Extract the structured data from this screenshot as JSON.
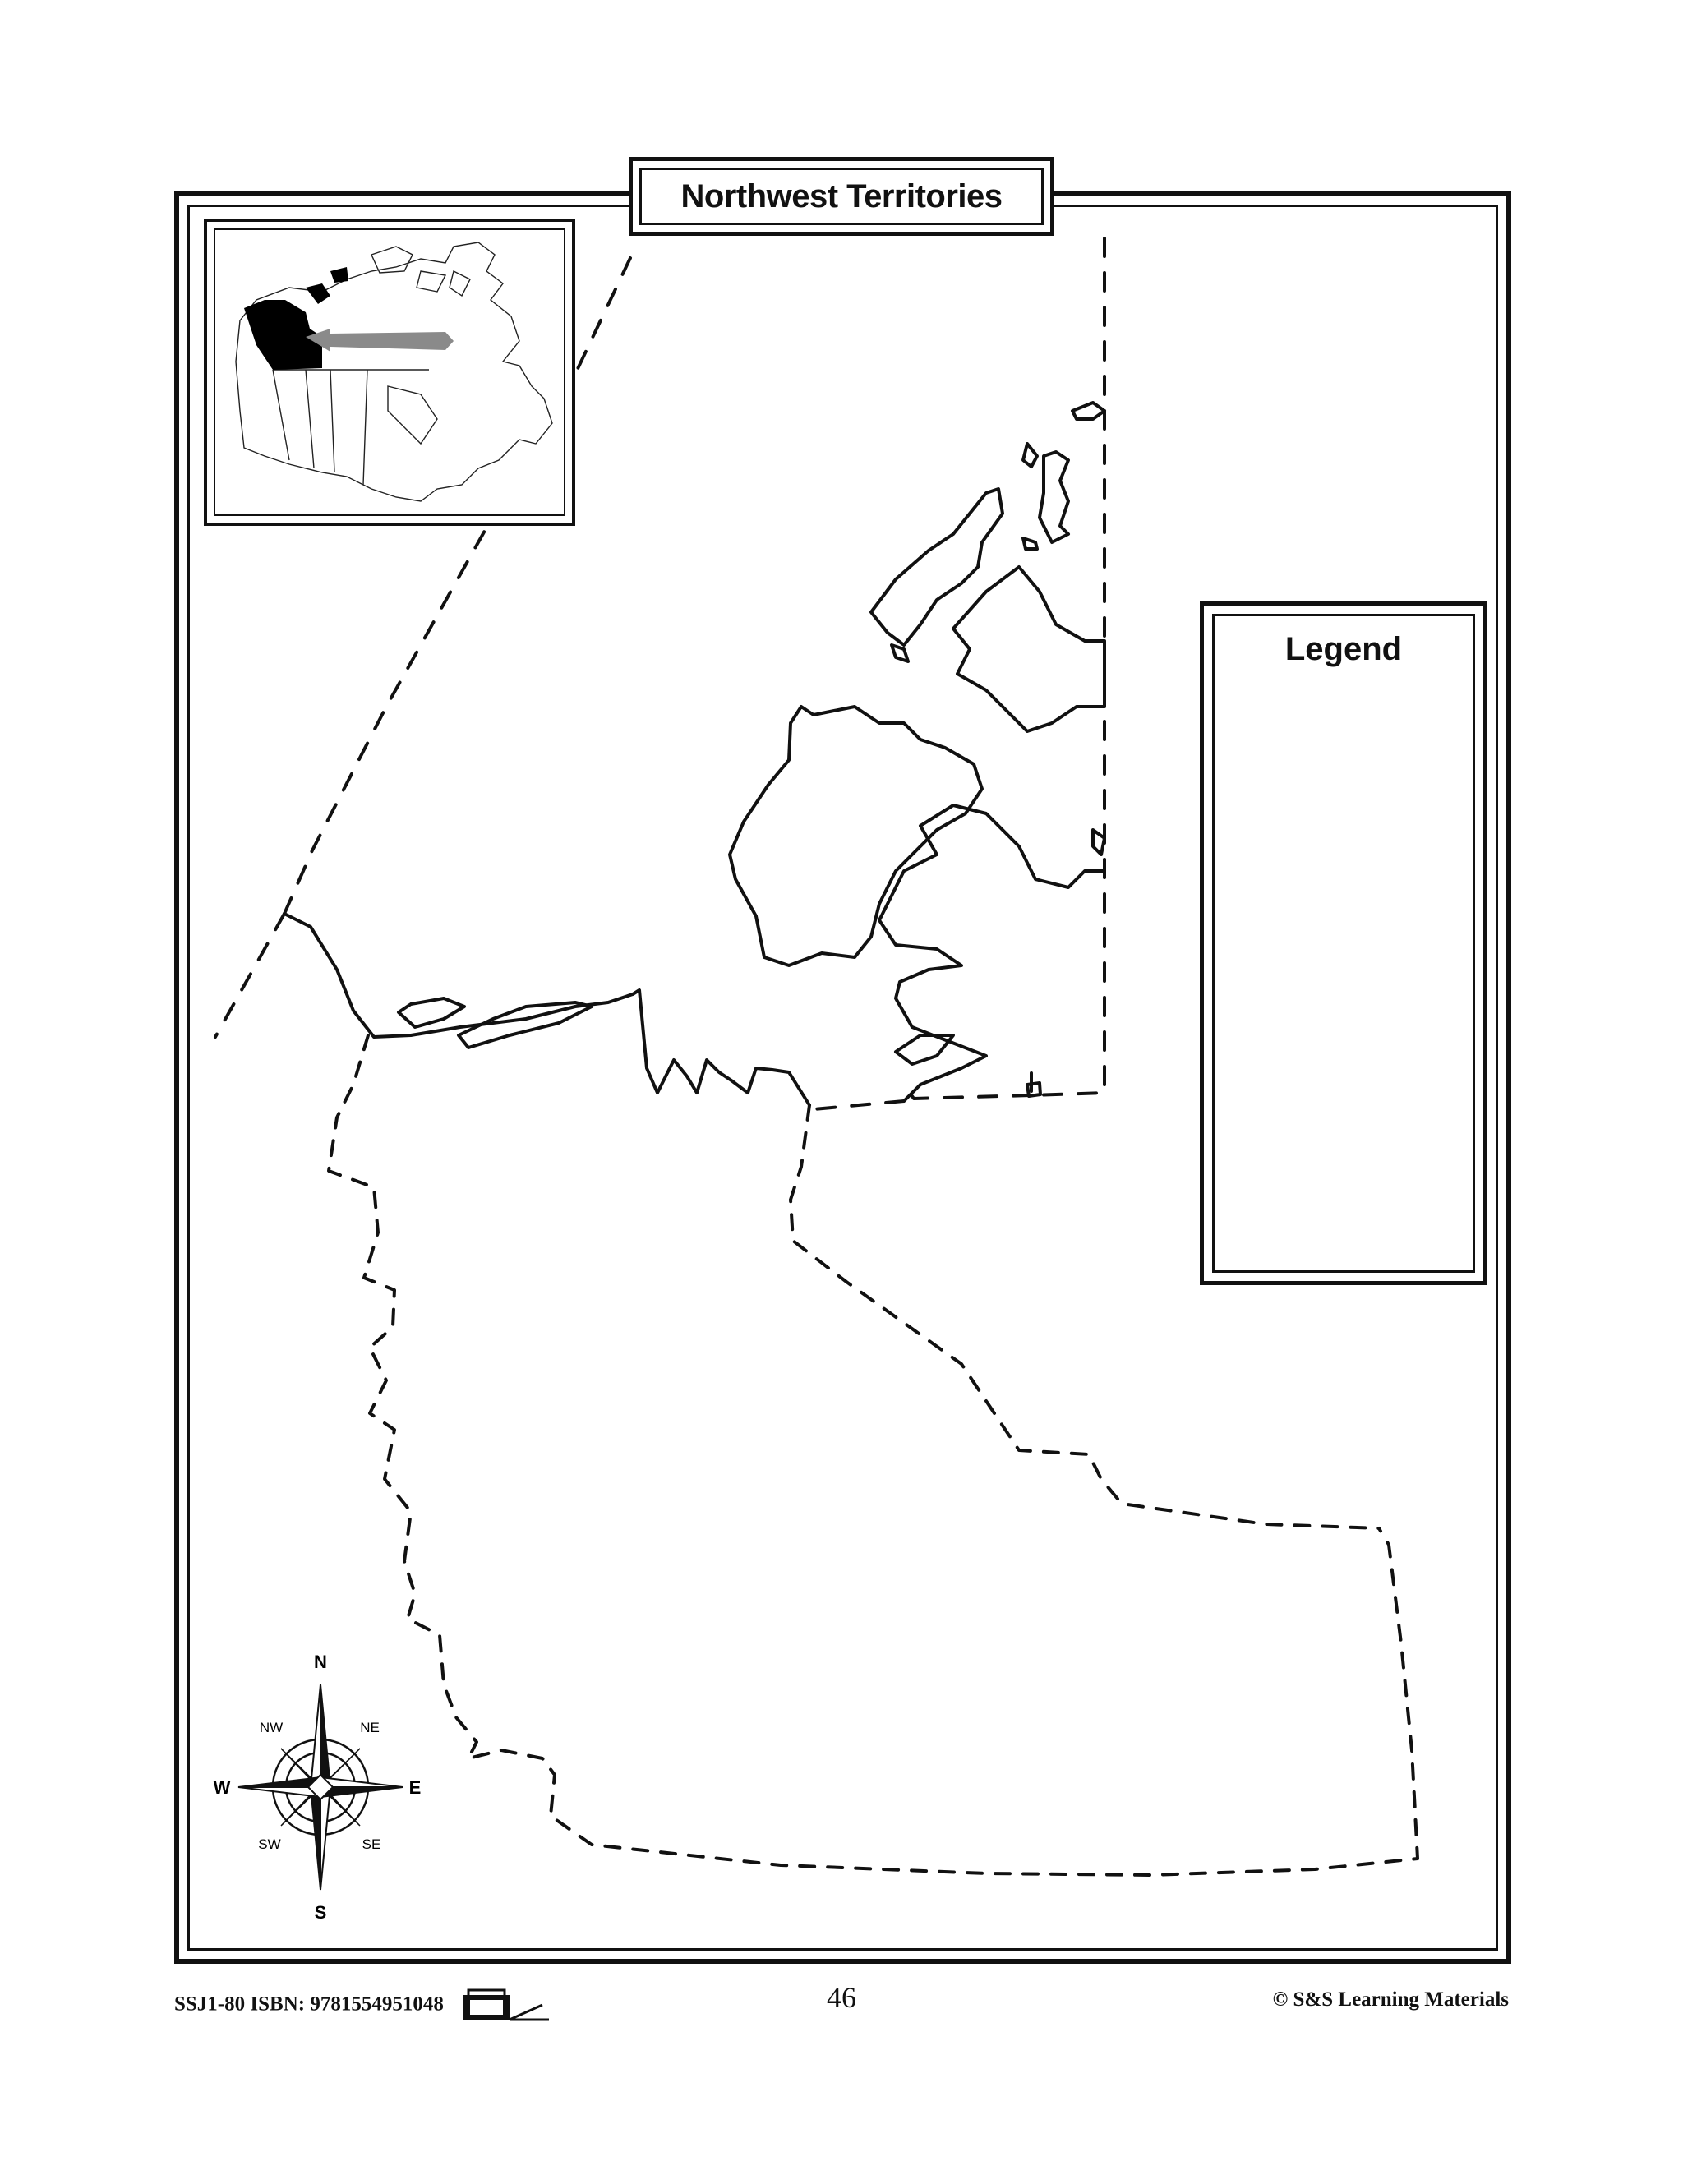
{
  "map": {
    "title": "Northwest Territories",
    "legend_title": "Legend",
    "inset": {
      "highlighted_region_color": "#000000",
      "arrow_color": "#8a8a8a"
    }
  },
  "compass": {
    "n": "N",
    "s": "S",
    "e": "E",
    "w": "W",
    "ne": "NE",
    "nw": "NW",
    "se": "SE",
    "sw": "SW"
  },
  "footer": {
    "code": "SSJ1-80  ISBN: 9781554951048",
    "page_number": "46",
    "copyright": "© S&S Learning Materials",
    "icon": "worksheet-icon"
  }
}
